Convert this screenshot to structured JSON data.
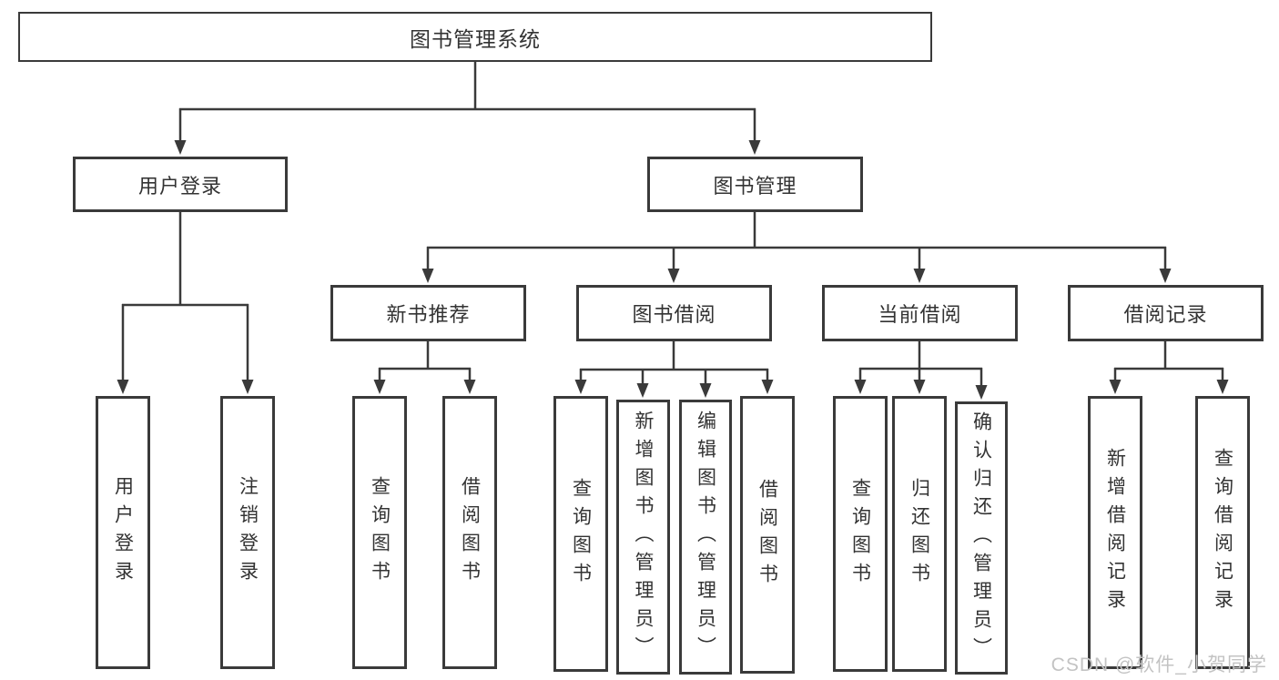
{
  "tree": {
    "root": {
      "label": "图书管理系统"
    },
    "branches": [
      {
        "label": "用户登录",
        "leaves": [
          {
            "label": "用户登录"
          },
          {
            "label": "注销登录"
          }
        ]
      },
      {
        "label": "图书管理",
        "groups": [
          {
            "label": "新书推荐",
            "leaves": [
              {
                "label": "查询图书"
              },
              {
                "label": "借阅图书"
              }
            ]
          },
          {
            "label": "图书借阅",
            "leaves": [
              {
                "label": "查询图书"
              },
              {
                "label": "新增图书（管理员）"
              },
              {
                "label": "编辑图书（管理员）"
              },
              {
                "label": "借阅图书"
              }
            ]
          },
          {
            "label": "当前借阅",
            "leaves": [
              {
                "label": "查询图书"
              },
              {
                "label": "归还图书"
              },
              {
                "label": "确认归还（管理员）"
              }
            ]
          },
          {
            "label": "借阅记录",
            "leaves": [
              {
                "label": "新增借阅记录"
              },
              {
                "label": "查询借阅记录"
              }
            ]
          }
        ]
      }
    ]
  },
  "watermark": {
    "text": "CSDN @软件_小贺同学",
    "color": "#c3c3c3"
  },
  "colors": {
    "line": "#3a3a3a",
    "border": "#3a3a3a",
    "text": "#333333",
    "background": "#ffffff"
  }
}
